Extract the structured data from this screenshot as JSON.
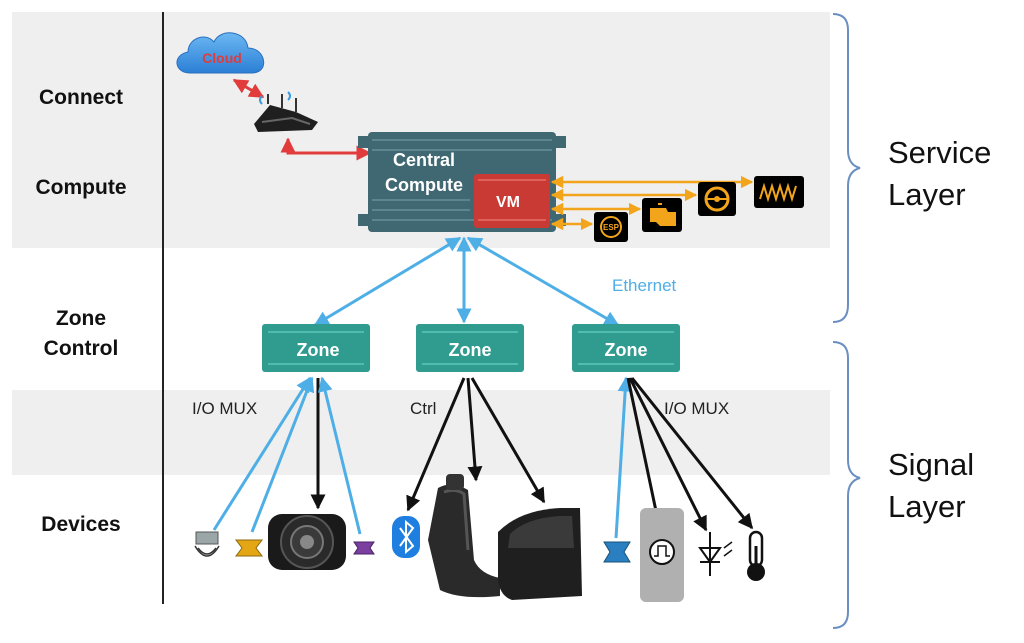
{
  "rows": {
    "connect": "Connect",
    "compute": "Compute",
    "zone_control": "Zone\nControl",
    "devices": "Devices"
  },
  "layers": {
    "service": "Service\nLayer",
    "signal": "Signal\nLayer"
  },
  "nodes": {
    "cloud": "Cloud",
    "central_compute": [
      "Central",
      "Compute"
    ],
    "vm": "VM",
    "zone": "Zone"
  },
  "annotations": {
    "ethernet": "Ethernet",
    "io_mux_left": "I/O MUX",
    "ctrl": "Ctrl",
    "io_mux_right": "I/O MUX"
  },
  "icons": {
    "esp": "ESP"
  },
  "colors": {
    "band": "#efefef",
    "ethernet_link": "#4eaee6",
    "cloud_link": "#e23b3b",
    "vm_link": "#f2a51a",
    "zone_box": "#2f9c8f",
    "central_box": "#3f6872",
    "vm_box": "#c93a34"
  }
}
